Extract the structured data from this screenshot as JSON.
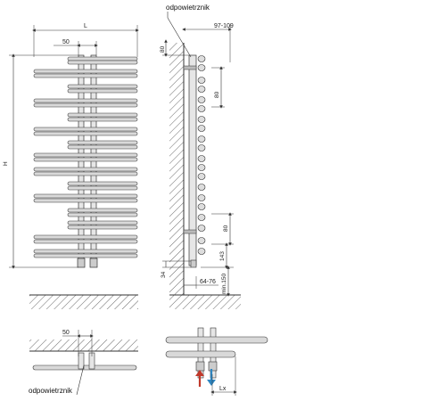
{
  "labels": {
    "vent_top": "odpowietrznik",
    "vent_bottom": "odpowietrznik",
    "width_L": "L",
    "height_H": "H",
    "spacing_50_front": "50",
    "spacing_50_bottom": "50",
    "top_80": "80",
    "side_80_upper": "80",
    "side_80_lower": "80",
    "depth_97_109": "97-109",
    "dim_143": "143",
    "dim_34": "34",
    "dim_64_76": "64-76",
    "dim_min150": "min.150",
    "dim_Lx": "Lx"
  },
  "colors": {
    "line": "#333333",
    "tube_fill": "#d9d9d9",
    "supply_arrow": "#c0392b",
    "return_arrow": "#2e86c1"
  }
}
